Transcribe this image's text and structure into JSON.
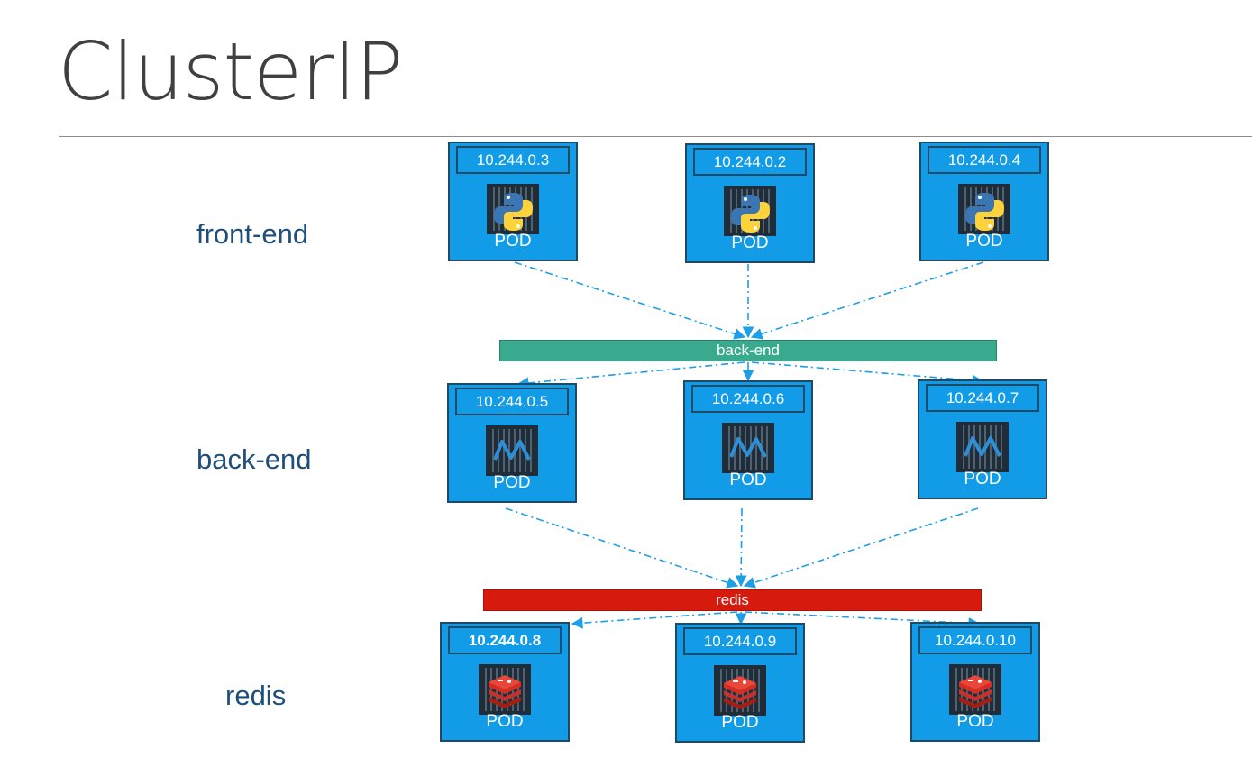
{
  "title": "ClusterIP",
  "tiers": [
    {
      "name": "front-end",
      "app_icon": "python-icon",
      "pods": [
        {
          "ip": "10.244.0.3",
          "label": "POD"
        },
        {
          "ip": "10.244.0.2",
          "label": "POD"
        },
        {
          "ip": "10.244.0.4",
          "label": "POD"
        }
      ]
    },
    {
      "name": "back-end",
      "app_icon": "backend-app-icon",
      "pods": [
        {
          "ip": "10.244.0.5",
          "label": "POD"
        },
        {
          "ip": "10.244.0.6",
          "label": "POD"
        },
        {
          "ip": "10.244.0.7",
          "label": "POD"
        }
      ]
    },
    {
      "name": "redis",
      "app_icon": "redis-icon",
      "pods": [
        {
          "ip": "10.244.0.8",
          "label": "POD"
        },
        {
          "ip": "10.244.0.9",
          "label": "POD"
        },
        {
          "ip": "10.244.0.10",
          "label": "POD"
        }
      ]
    }
  ],
  "services": {
    "backend": {
      "label": "back-end",
      "color": "#3aaa8e"
    },
    "redis": {
      "label": "redis",
      "color": "#d61a0c"
    }
  },
  "colors": {
    "pod_fill": "#129ce8",
    "pod_border": "#1f4a66",
    "arrow": "#1d9ee6",
    "tier_label": "#1e4e79",
    "title": "#404040"
  }
}
